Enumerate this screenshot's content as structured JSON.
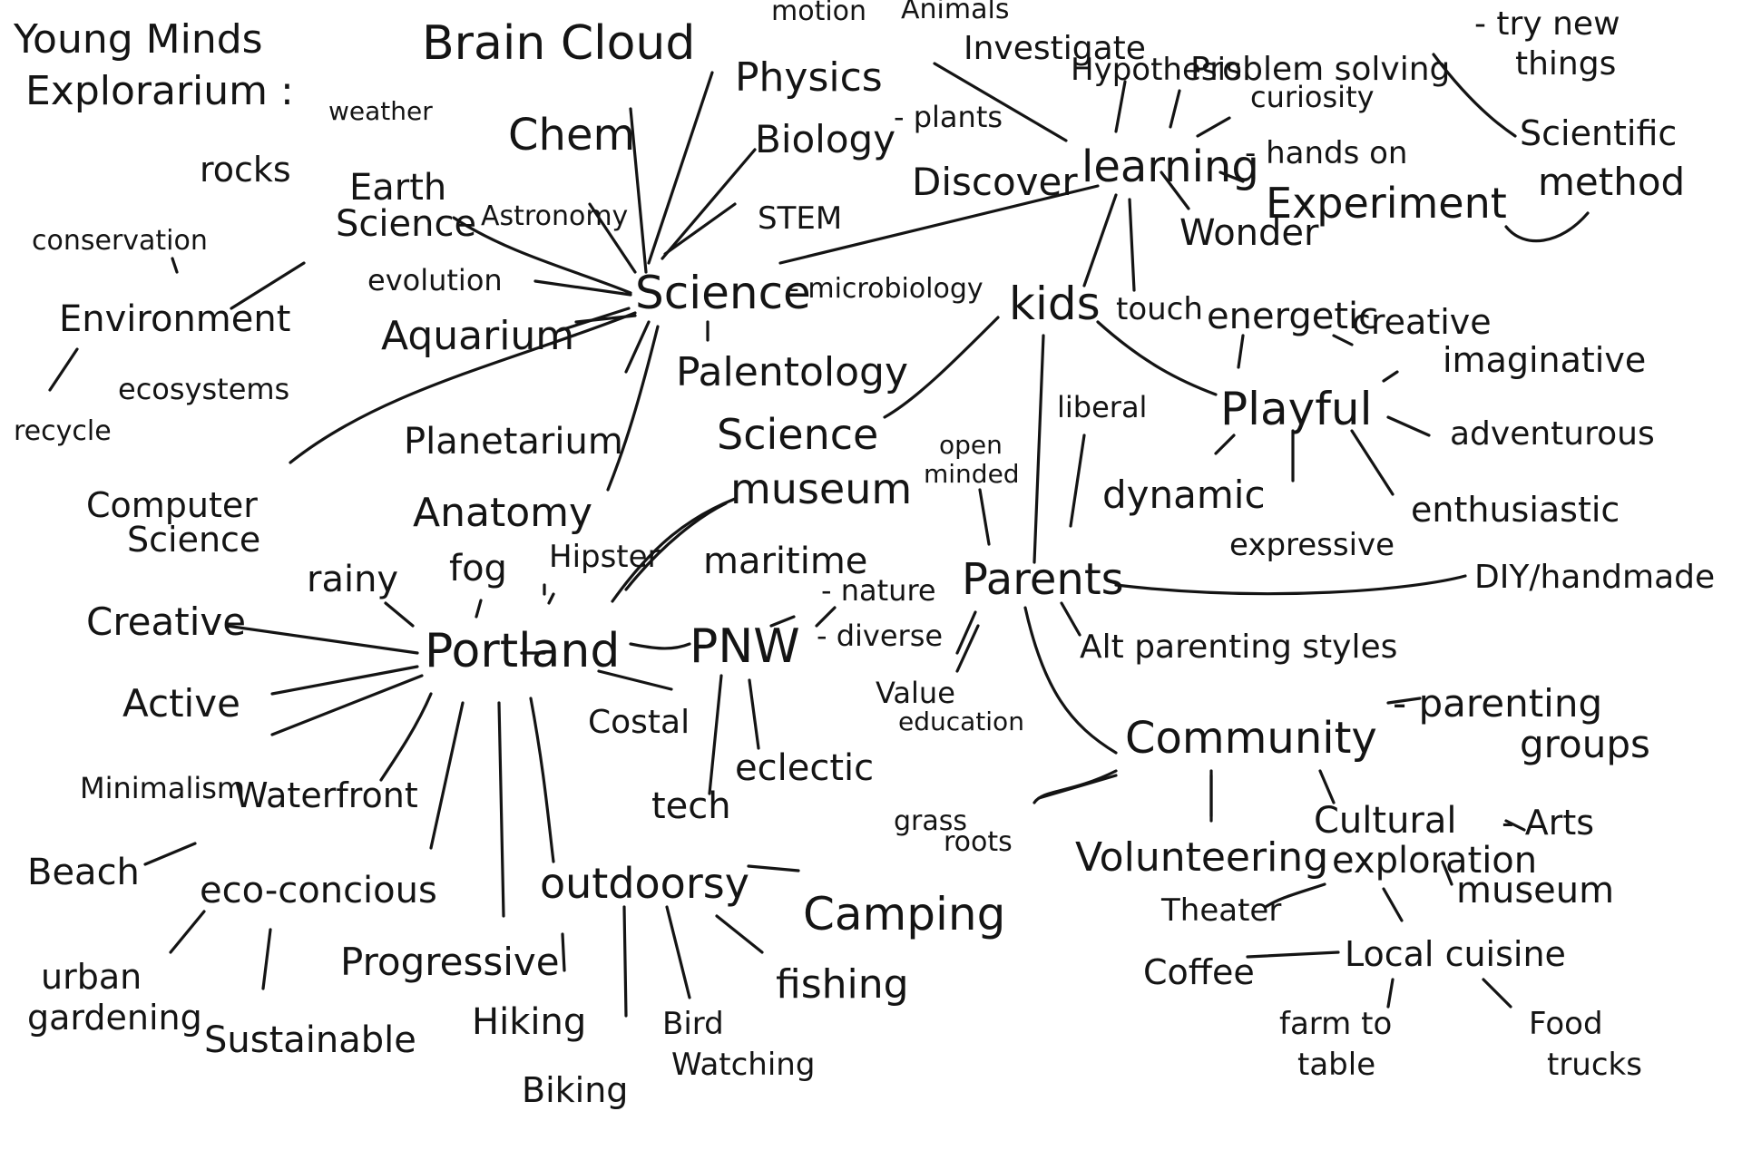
{
  "title": {
    "line1": "Young Minds",
    "line2": "Explorarium :",
    "line3": "Brain Cloud"
  },
  "ink_color": "#141414",
  "paper_color": "#ffffff",
  "nodes": {
    "science": "Science",
    "kids": "kids",
    "learning": "learning",
    "playful": "Playful",
    "parents": "Parents",
    "portland": "Portland",
    "pnw": "PNW",
    "community": "Community",
    "outdoorsy": "outdoorsy",
    "cultural": "Cultural",
    "exploration": "exploration",
    "local_cuisine": "Local cuisine",
    "environment": "Environment",
    "eco_conscious": "eco-concious",
    "earth": "Earth",
    "earth_science": "Science",
    "science_museum_1": "Science",
    "science_museum_2": "museum",
    "motion": "motion",
    "animals": "Animals",
    "investigate": "Investigate",
    "hypothesis": "Hypothesis",
    "problem_solving": "Problem solving",
    "try_new_1": "- try new",
    "try_new_2": "things",
    "physics": "Physics",
    "biology": "Biology",
    "plants": "- plants",
    "chem": "Chem",
    "weather": "weather",
    "rocks": "rocks",
    "curiosity": "curiosity",
    "scientific_1": "Scientific",
    "scientific_2": "method",
    "discover": "Discover",
    "hands_on": "- hands on",
    "experiment": "Experiment",
    "stem": "STEM",
    "astronomy": "Astronomy",
    "wonder": "Wonder",
    "conservation": "conservation",
    "evolution": "evolution",
    "microbiology": "- microbiology",
    "touch": "touch",
    "energetic": "energetic",
    "creative_kids": "creative",
    "aquarium": "Aquarium",
    "paleontology": "Palentology",
    "imaginative": "imaginative",
    "ecosystems": "ecosystems",
    "recycle": "recycle",
    "planetarium": "Planetarium",
    "liberal": "liberal",
    "adventurous": "adventurous",
    "open_minded_1": "open",
    "open_minded_2": "minded",
    "computer_science_1": "Computer",
    "computer_science_2": "Science",
    "anatomy": "Anatomy",
    "dynamic": "dynamic",
    "enthusiastic": "enthusiastic",
    "expressive": "expressive",
    "rainy": "rainy",
    "fog": "fog",
    "hipster": "Hipster",
    "maritime": "maritime",
    "nature": "- nature",
    "diy": "DIY/handmade",
    "creative_portland": "Creative",
    "diverse": "- diverse",
    "alt_parenting": "Alt parenting styles",
    "active": "Active",
    "costal": "Costal",
    "value_education_1": "Value",
    "value_education_2": "education",
    "parenting_groups_1": "- parenting",
    "parenting_groups_2": "groups",
    "minimalism": "Minimalism",
    "waterfront": "Waterfront",
    "eclectic": "eclectic",
    "tech": "tech",
    "grass_roots_1": "grass",
    "grass_roots_2": "roots",
    "volunteering": "Volunteering",
    "arts": "- Arts",
    "beach": "Beach",
    "camping": "Camping",
    "theater": "Theater",
    "museum": "museum",
    "urban_gardening_1": "urban",
    "urban_gardening_2": "gardening",
    "progressive": "Progressive",
    "coffee": "Coffee",
    "fishing": "fishing",
    "sustainable": "Sustainable",
    "hiking": "Hiking",
    "bird_watching_1": "Bird",
    "bird_watching_2": "Watching",
    "farm_to_table_1": "farm to",
    "farm_to_table_2": "table",
    "food_trucks_1": "Food",
    "food_trucks_2": "trucks",
    "biking": "Biking"
  }
}
